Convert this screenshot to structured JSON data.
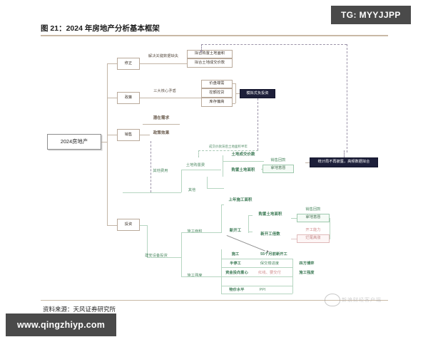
{
  "watermarks": {
    "telegram": "TG: MYYJJPP",
    "site": "www.qingzhiyp.com"
  },
  "figure": {
    "title": "图 21：2024 年房地产分析基本框架",
    "source": "资料来源：天风证券研究所",
    "logo_text": "新浪财经客户端"
  },
  "diagram": {
    "root": "2024房地产",
    "branches": {
      "correction": "修正",
      "policy": "政策",
      "sales": "销售",
      "investment": "投资"
    },
    "correction_group": {
      "link_label": "解决关键数据缺失",
      "items": [
        "拟合购置土地面积",
        "拟合土地成交价款"
      ]
    },
    "policy_group": {
      "link_label": "三大核心矛盾",
      "items": [
        "价盘端需",
        "控额控贷",
        "库存偏高"
      ],
      "result": "模拟式负投资"
    },
    "sales_group": {
      "items": [
        "潜在需求",
        "政策效果"
      ]
    },
    "land_group": {
      "other_cost": "其他费用",
      "other": "其他",
      "land_purchase_fee": "土地购置费",
      "dashed_note": "成交价款滞后土地面积半年",
      "land_deal_price": "土地成交价款",
      "land_area": "购置土地面积",
      "drivers": [
        "销售回款",
        "拿地意愿"
      ],
      "note_box": "统计局不再披露，高频数据拟合"
    },
    "construction_group": {
      "capex": "建安设备投资",
      "constr_area": "施工面积",
      "constr_intensity": "施工强度",
      "prev_year_area": "上年施工面积",
      "new_start": "新开工",
      "new_start_land_area": "购置土地面积",
      "new_start_multiple": "新开工倍数",
      "new_start_drivers_green": [
        "销售回款",
        "拿地意愿"
      ],
      "new_start_drivers_red": [
        "开工能力",
        "烂尾高涨"
      ],
      "rows": [
        {
          "label": "施工",
          "mid": "55个月前新开工",
          "right": ""
        },
        {
          "label": "半停工",
          "mid": "保交楼进度",
          "right": "四方博弈"
        },
        {
          "label": "资金投向重心",
          "mid": "红线、要交付",
          "right": "施工强度"
        },
        {
          "label": "物价水平",
          "mid": "PPI",
          "right": ""
        }
      ]
    }
  },
  "colors": {
    "accent_rule": "#c9b9a6",
    "green": "#4e8a63",
    "red": "#d08a8a",
    "dark_box": "#1d1f3a",
    "banner": "#4a4a4a"
  }
}
